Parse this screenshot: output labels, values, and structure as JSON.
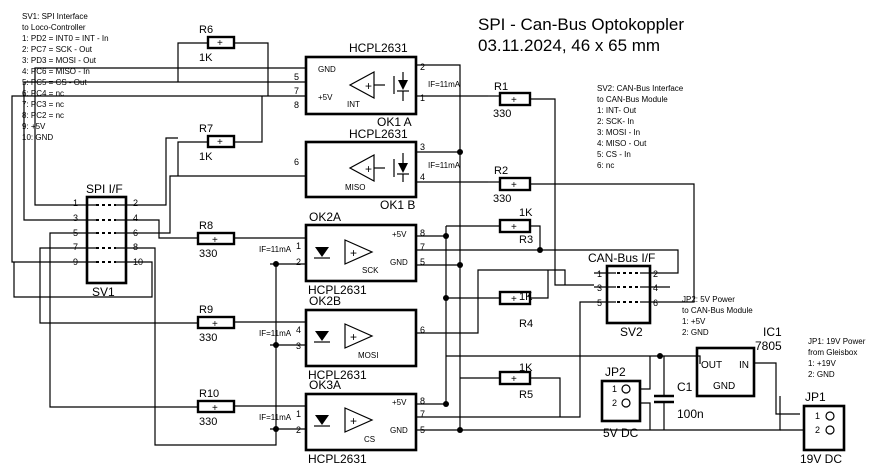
{
  "title": {
    "line1": "SPI - Can-Bus Optokoppler",
    "line2": "03.11.2024,  46 x 65 mm"
  },
  "sv1_notes": [
    "SV1: SPI Interface",
    "to Loco-Controller",
    "1: PD2 = INT0 = INT - In",
    "2: PC7 = SCK - Out",
    "3: PD3 = MOSI - Out",
    "4: PC6 = MISO - In",
    "5: PC5 = CS - Out",
    "6: PC4 = nc",
    "7: PC3 = nc",
    "8: PC2 = nc",
    "9: +5V",
    "10: GND"
  ],
  "sv2_notes": [
    "SV2: CAN-Bus Interface",
    "to CAN-Bus Module",
    "1: INT- Out",
    "2: SCK- In",
    "3: MOSI - In",
    "4: MISO - Out",
    "5: CS - In",
    "6: nc"
  ],
  "jp2_notes": [
    "JP2: 5V Power",
    "to CAN-Bus Module",
    "1: +5V",
    "2: GND"
  ],
  "jp1_notes": [
    "JP1: 19V Power",
    "from Gleisbox",
    "1: +19V",
    "2: GND"
  ],
  "resistors": {
    "r6": {
      "name": "R6",
      "value": "1K"
    },
    "r7": {
      "name": "R7",
      "value": "1K"
    },
    "r8": {
      "name": "R8",
      "value": "330"
    },
    "r9": {
      "name": "R9",
      "value": "330"
    },
    "r10": {
      "name": "R10",
      "value": "330"
    },
    "r1": {
      "name": "R1",
      "value": "330"
    },
    "r2": {
      "name": "R2",
      "value": "330"
    },
    "r3": {
      "name": "R3",
      "value": "1K"
    },
    "r4": {
      "name": "R4",
      "value": "1K"
    },
    "r5": {
      "name": "R5",
      "value": "1K"
    }
  },
  "ok1a": {
    "type": "HCPL2631",
    "name": "OK1 A",
    "pins": [
      "5",
      "7",
      "8",
      "2",
      "1"
    ],
    "gnd": "GND",
    "vcc": "+5V",
    "out": "INT",
    "if": "IF=11mA"
  },
  "ok1b": {
    "type": "HCPL2631",
    "name": "OK1 B",
    "pins": [
      "6",
      "3",
      "4"
    ],
    "out": "MISO",
    "if": "IF=11mA"
  },
  "ok2a": {
    "name": "OK2A",
    "type": "HCPL2631",
    "pins": [
      "1",
      "2",
      "8",
      "7",
      "5"
    ],
    "vcc": "+5V",
    "out": "SCK",
    "gnd": "GND",
    "if": "IF=11mA"
  },
  "ok2b": {
    "name": "OK2B",
    "type": "HCPL2631",
    "pins": [
      "4",
      "3",
      "6"
    ],
    "out": "MOSI",
    "if": "IF=11mA"
  },
  "ok3a": {
    "name": "OK3A",
    "type": "HCPL2631",
    "pins": [
      "1",
      "2",
      "8",
      "7",
      "5"
    ],
    "vcc": "+5V",
    "out": "CS",
    "gnd": "GND",
    "if": "IF=11mA"
  },
  "sv1": {
    "header": "SPI I/F",
    "name": "SV1",
    "pins": [
      "1",
      "2",
      "3",
      "4",
      "5",
      "6",
      "7",
      "8",
      "9",
      "10"
    ]
  },
  "sv2": {
    "header": "CAN-Bus I/F",
    "name": "SV2",
    "pins": [
      "1",
      "2",
      "3",
      "4",
      "5",
      "6"
    ]
  },
  "ic1": {
    "name": "IC1",
    "type": "7805",
    "out": "OUT",
    "in": "IN",
    "gnd": "GND"
  },
  "c1": {
    "name": "C1",
    "value": "100n"
  },
  "jp2": {
    "name": "JP2",
    "label": "5V DC",
    "pins": [
      "1",
      "2"
    ]
  },
  "jp1": {
    "name": "JP1",
    "label": "19V DC",
    "pins": [
      "1",
      "2"
    ]
  }
}
